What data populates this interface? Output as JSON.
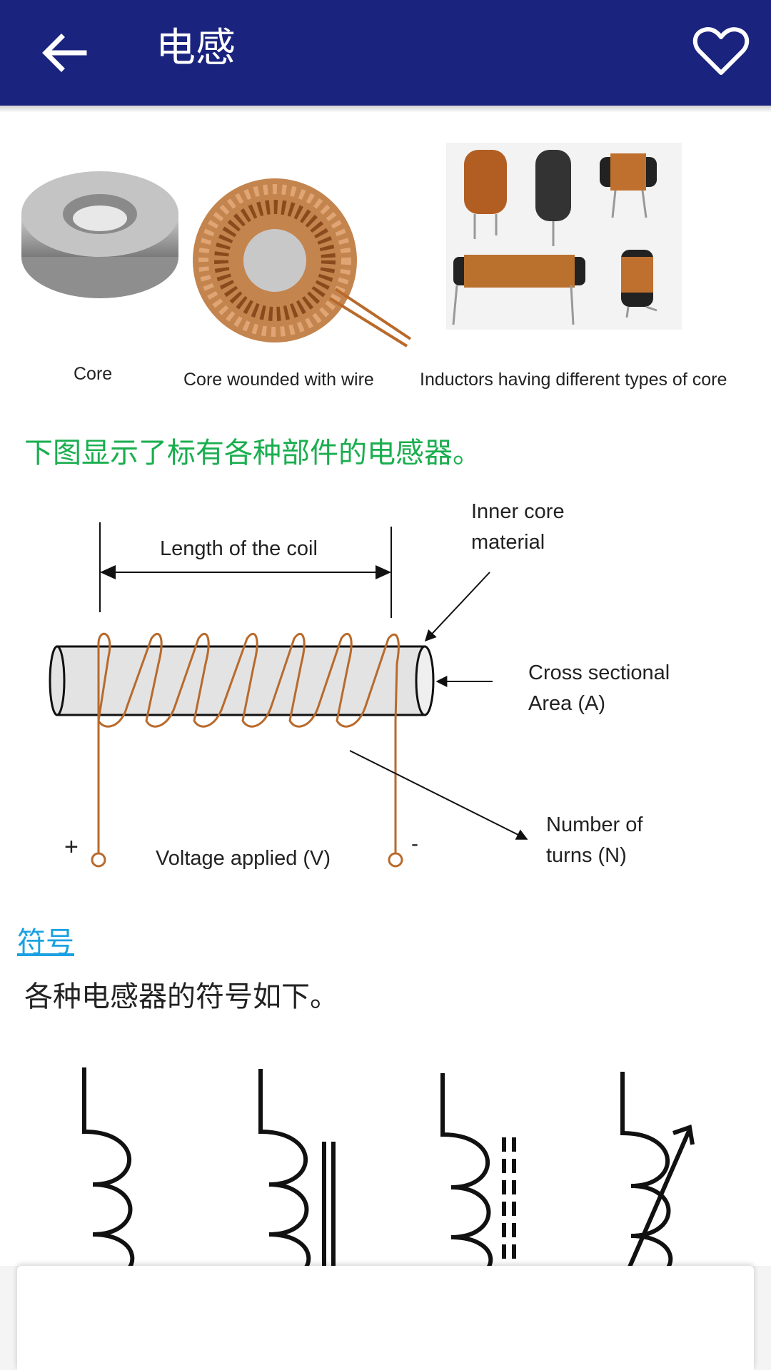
{
  "appbar": {
    "title": "电感",
    "back_icon": "arrow-left-icon",
    "favorite_icon": "heart-outline-icon"
  },
  "figure1": {
    "captions": [
      "Core",
      "Core wounded with wire",
      "Inductors having different types of core"
    ]
  },
  "intro_text": "下图显示了标有各种部件的电感器。",
  "figure2": {
    "length_label": "Length of the coil",
    "core_label_line1": "Inner core",
    "core_label_line2": "material",
    "area_label_line1": "Cross sectional",
    "area_label_line2": "Area (A)",
    "turns_label_line1": "Number of",
    "turns_label_line2": "turns (N)",
    "voltage_label": "Voltage applied (V)",
    "plus_sign": "+",
    "minus_sign": "-"
  },
  "section": {
    "title": "符号",
    "text": "各种电感器的符号如下。"
  },
  "colors": {
    "appbar": "#1a237e",
    "green_text": "#1aae4f",
    "link": "#1ba1e2",
    "copper": "#b86a2c"
  }
}
